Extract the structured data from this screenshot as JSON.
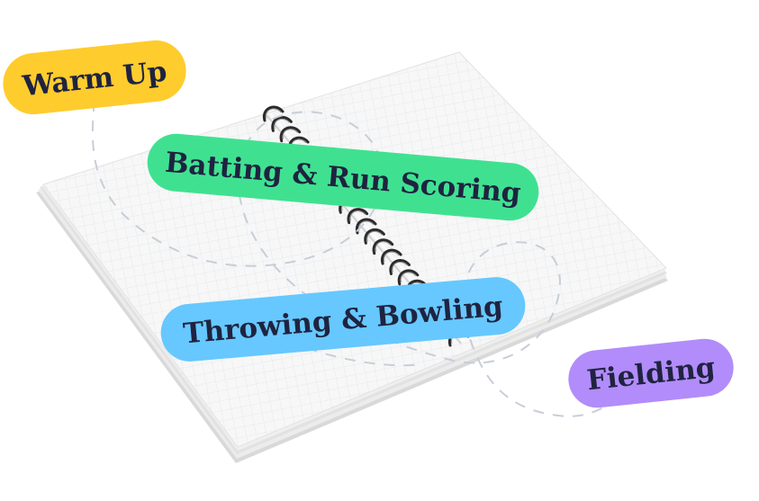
{
  "labels": {
    "warm_up": "Warm Up",
    "batting": "Batting & Run Scoring",
    "throwing": "Throwing & Bowling",
    "fielding": "Fielding"
  },
  "colors": {
    "warm_up": "#ffcc2e",
    "batting": "#3fe191",
    "throwing": "#66c8ff",
    "fielding": "#b28cfa",
    "label_text": "#1f2340",
    "dashed_path": "#c8ced8",
    "grid_line": "#dfe2e6",
    "page": "#f7f7f7",
    "spiral": "#2b2b2b"
  },
  "icons": [
    "spiral-notebook-illustration",
    "dashed-path-decoration"
  ]
}
